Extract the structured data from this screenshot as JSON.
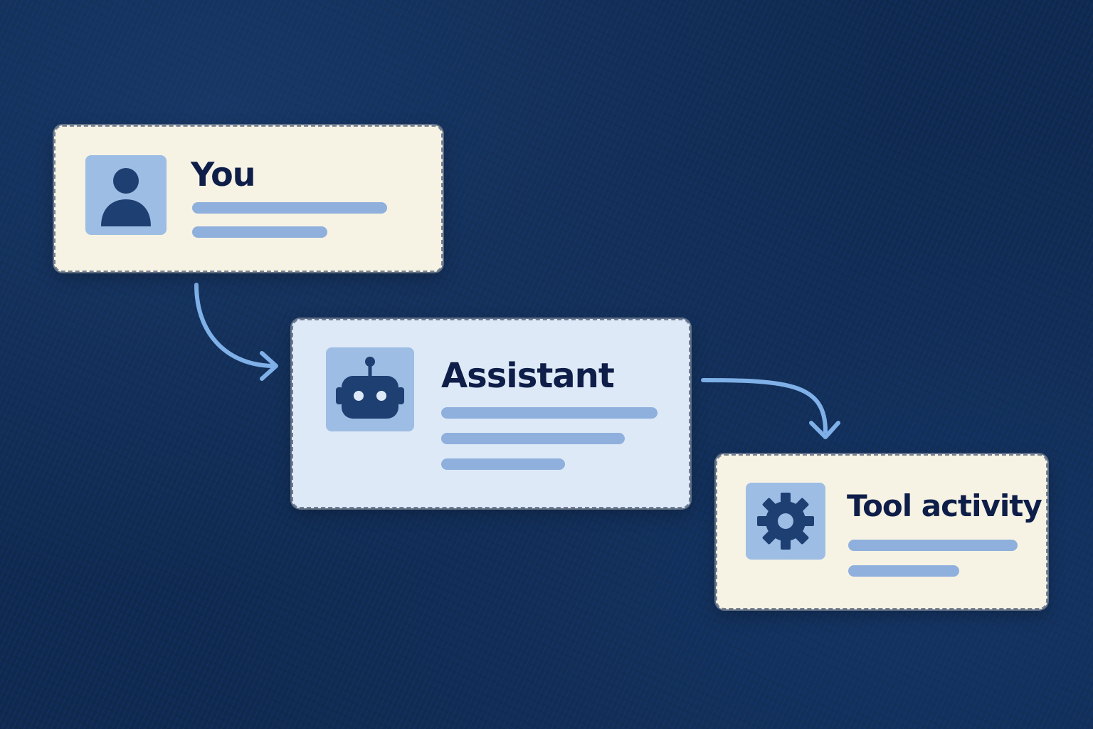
{
  "nodes": {
    "you": {
      "title": "You",
      "icon": "person-icon"
    },
    "assistant": {
      "title": "Assistant",
      "icon": "robot-icon"
    },
    "tool": {
      "title": "Tool activity",
      "icon": "gear-icon"
    }
  },
  "colors": {
    "background": "#0f2a52",
    "card_cream": "#f6f2e4",
    "card_blue": "#dde9f6",
    "icon_tile": "#9dbde4",
    "icon_glyph": "#1e3f72",
    "text_line": "#8fb0dc",
    "arrow": "#7fb0e8",
    "title_text": "#0e1e48"
  }
}
